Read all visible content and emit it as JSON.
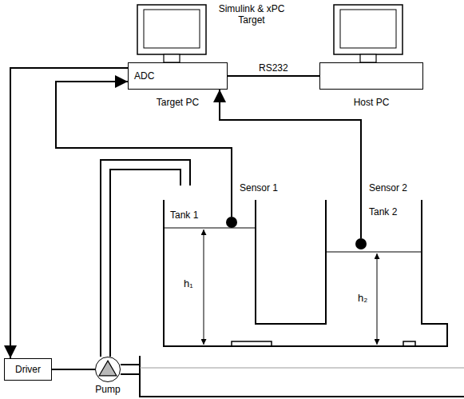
{
  "diagram": {
    "nodes": [
      {
        "text": [
          "ADC",
          "Target PC"
        ]
      },
      {
        "text": [
          "Host PC"
        ]
      },
      {
        "text": [
          "Sensor 1"
        ]
      },
      {
        "text": [
          "Sensor 2"
        ]
      },
      {
        "text": [
          "Driver"
        ]
      },
      {
        "text": [
          "Pump"
        ]
      }
    ],
    "edges": [
      {
        "from": 0,
        "to": 4,
        "arrow": "to"
      },
      {
        "from": 2,
        "to": 0,
        "arrow": "to"
      },
      {
        "from": 3,
        "to": 0,
        "arrow": "to"
      },
      {
        "from": 0,
        "to": 1,
        "label": "RS232",
        "arrow": "none"
      },
      {
        "from": 4,
        "to": 5,
        "arrow": "none"
      }
    ],
    "labels": [
      "Simulink & xPC Target",
      "Tank 1",
      "Tank 2",
      "h₁",
      "h₂"
    ]
  }
}
